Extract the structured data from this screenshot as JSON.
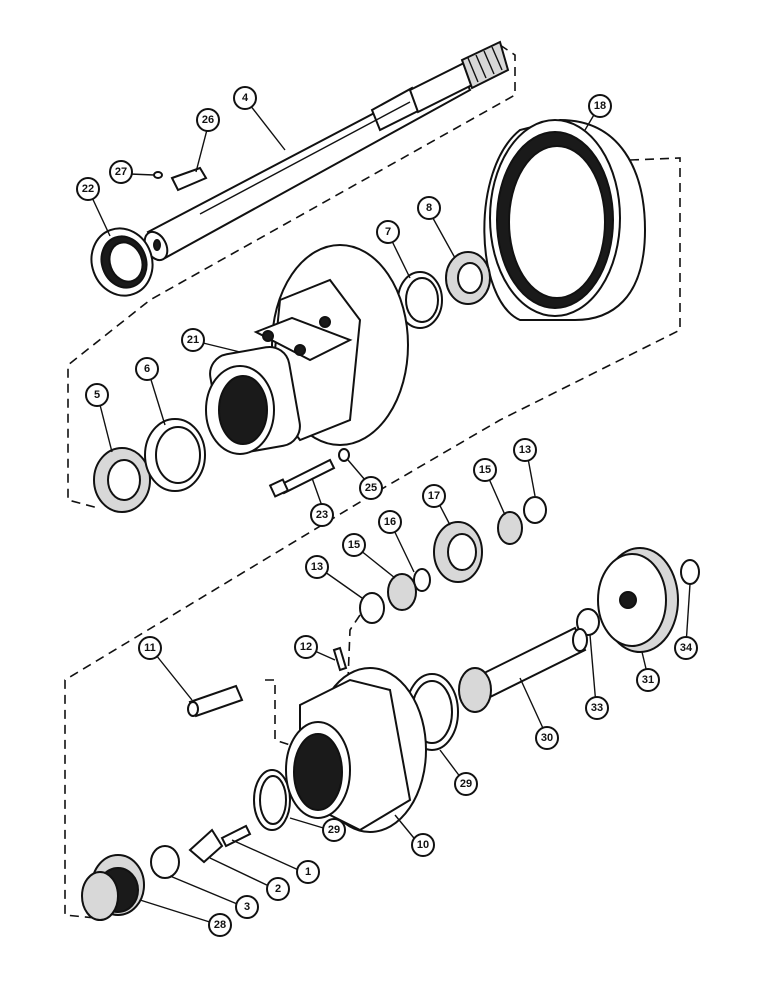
{
  "callouts": [
    {
      "id": "c1",
      "label": "1"
    },
    {
      "id": "c2",
      "label": "2"
    },
    {
      "id": "c3",
      "label": "3"
    },
    {
      "id": "c4",
      "label": "4"
    },
    {
      "id": "c5",
      "label": "5"
    },
    {
      "id": "c6",
      "label": "6"
    },
    {
      "id": "c7",
      "label": "7"
    },
    {
      "id": "c8",
      "label": "8"
    },
    {
      "id": "c10",
      "label": "10"
    },
    {
      "id": "c11",
      "label": "11"
    },
    {
      "id": "c12",
      "label": "12"
    },
    {
      "id": "c13a",
      "label": "13"
    },
    {
      "id": "c13b",
      "label": "13"
    },
    {
      "id": "c15a",
      "label": "15"
    },
    {
      "id": "c15b",
      "label": "15"
    },
    {
      "id": "c16",
      "label": "16"
    },
    {
      "id": "c17",
      "label": "17"
    },
    {
      "id": "c18",
      "label": "18"
    },
    {
      "id": "c21",
      "label": "21"
    },
    {
      "id": "c22",
      "label": "22"
    },
    {
      "id": "c23",
      "label": "23"
    },
    {
      "id": "c25",
      "label": "25"
    },
    {
      "id": "c26",
      "label": "26"
    },
    {
      "id": "c27",
      "label": "27"
    },
    {
      "id": "c28",
      "label": "28"
    },
    {
      "id": "c29a",
      "label": "29"
    },
    {
      "id": "c29b",
      "label": "29"
    },
    {
      "id": "c30",
      "label": "30"
    },
    {
      "id": "c31",
      "label": "31"
    },
    {
      "id": "c33",
      "label": "33"
    },
    {
      "id": "c34",
      "label": "34"
    }
  ]
}
